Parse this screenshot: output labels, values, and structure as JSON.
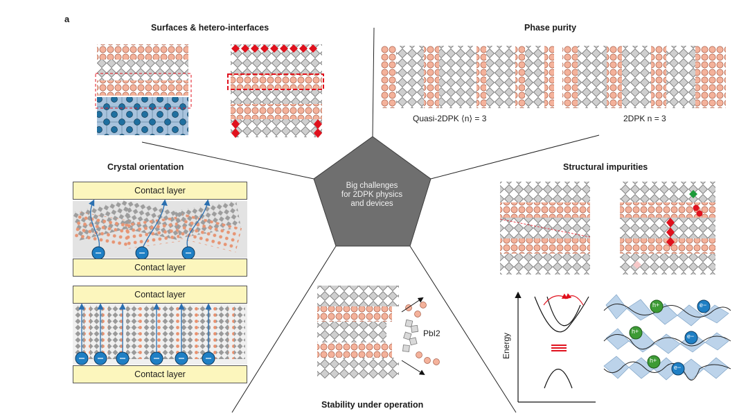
{
  "panel_letter": "a",
  "center": {
    "line1": "Big challenges",
    "line2": "for 2DPK physics",
    "line3": "and devices"
  },
  "sections": {
    "surfaces": {
      "title": "Surfaces & hetero-interfaces"
    },
    "phase_purity": {
      "title": "Phase purity",
      "left_caption": "Quasi-2DPK ⟨n⟩ = 3",
      "right_caption": "2DPK n = 3"
    },
    "crystal_orientation": {
      "title": "Crystal orientation",
      "contact_layer": "Contact layer"
    },
    "structural_impurities": {
      "title": "Structural impurities",
      "energy_axis": "Energy",
      "hole": "h+",
      "electron": "e−"
    },
    "stability": {
      "title": "Stability under operation",
      "species": "PbI2"
    }
  },
  "colors": {
    "octahedron": "#cfcfcf",
    "organic_spacer": "#f4b29b",
    "red_defect": "#e0111d",
    "green_defect": "#1e9b3a",
    "substrate": "#a8c3dd",
    "substrate_atom": "#1f6f9f",
    "electron": "#1f7fc4",
    "hole": "#3d9b35",
    "contact": "#fcf6bd",
    "center_pentagon": "#6f6f6f"
  }
}
